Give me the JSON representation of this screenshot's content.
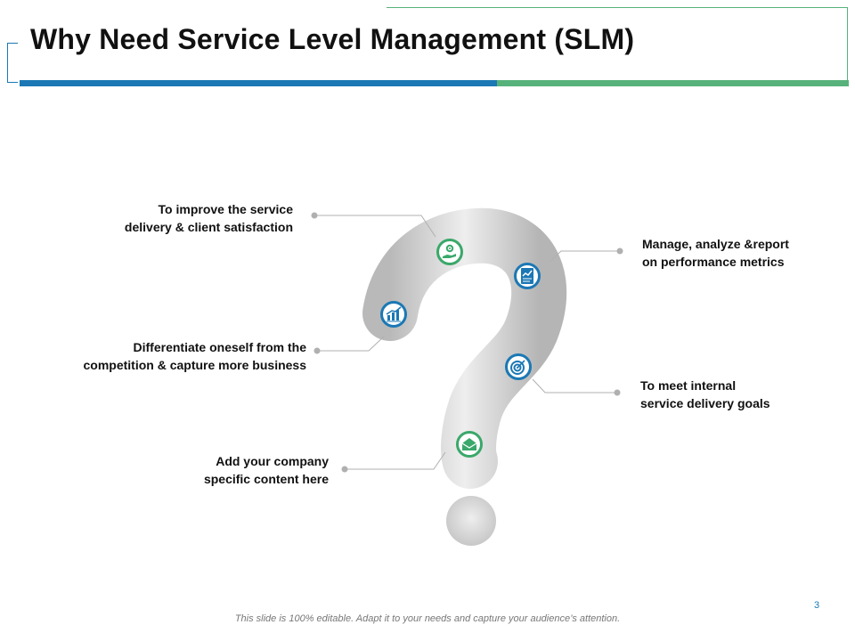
{
  "slide": {
    "title": "Why Need Service Level Management (SLM)",
    "page_number": "3",
    "footer": "This slide is 100% editable. Adapt it to your needs and capture your audience’s attention."
  },
  "colors": {
    "blue": "#1b78b4",
    "green": "#56b27a"
  },
  "callouts": {
    "improve": {
      "line1": "To improve  the service",
      "line2": "delivery  & client  satisfaction",
      "icon": "hand-gear-icon"
    },
    "manage": {
      "line1": "Manage,  analyze  &report",
      "line2": "on performance  metrics",
      "icon": "report-chart-icon"
    },
    "differentiate": {
      "line1": "Differentiate  oneself from  the",
      "line2": "competition  & capture more business",
      "icon": "bar-chart-icon"
    },
    "internal": {
      "line1": "To meet internal",
      "line2": "service  delivery  goals",
      "icon": "target-icon"
    },
    "company": {
      "line1": "Add your company",
      "line2": "specific  content here",
      "icon": "envelope-icon"
    }
  }
}
